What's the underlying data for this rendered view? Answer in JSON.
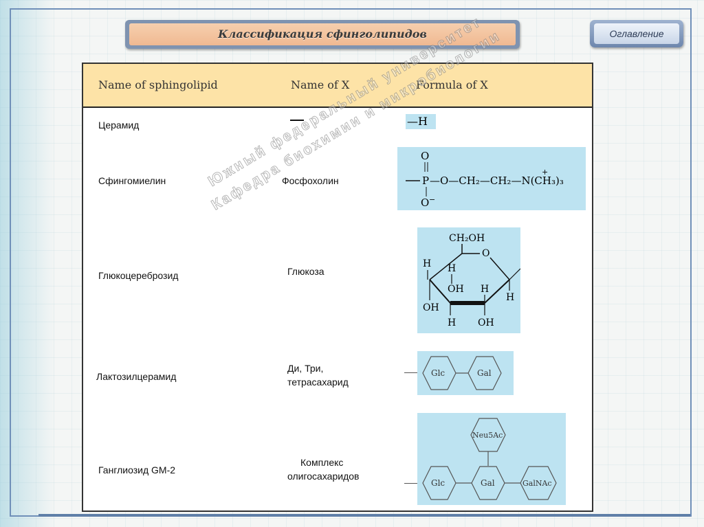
{
  "title": "Классификация сфинголипидов",
  "toc_button": "Оглавление",
  "table": {
    "headers": [
      "Name of sphingolipid",
      "Name of X",
      "Formula of X"
    ],
    "rows": [
      {
        "lipid": "Церамид",
        "x_name": "—"
      },
      {
        "lipid": "Сфингомиелин",
        "x_name": "Фосфохолин"
      },
      {
        "lipid": "Глюкоцереброзид",
        "x_name": "Глюкоза"
      },
      {
        "lipid": "Лактозилцерамид",
        "x_name_line1": "Ди, Три,",
        "x_name_line2": "тетрасахарид"
      },
      {
        "lipid": "Ганглиозид GM-2",
        "x_name_line1": "Комплекс",
        "x_name_line2": "олигосахаридов"
      }
    ]
  },
  "formulas": {
    "ceramide": "—H",
    "phosphocholine": {
      "o_top": "O",
      "p": "P",
      "o_bottom": "O",
      "minus": "−",
      "chain": "—O—CH₂—CH₂—N(CH₃)₃",
      "plus": "+"
    },
    "glucose": {
      "ch2oh": "CH₂OH",
      "o": "O",
      "h": "H",
      "oh": "OH"
    },
    "lactose": [
      "Glc",
      "Gal"
    ],
    "gm2": [
      "Glc",
      "Gal",
      "GalNAc",
      "Neu5Ac"
    ]
  },
  "watermark": [
    "Южный федеральный университет",
    "Кафедра биохимии и микробиологии"
  ]
}
